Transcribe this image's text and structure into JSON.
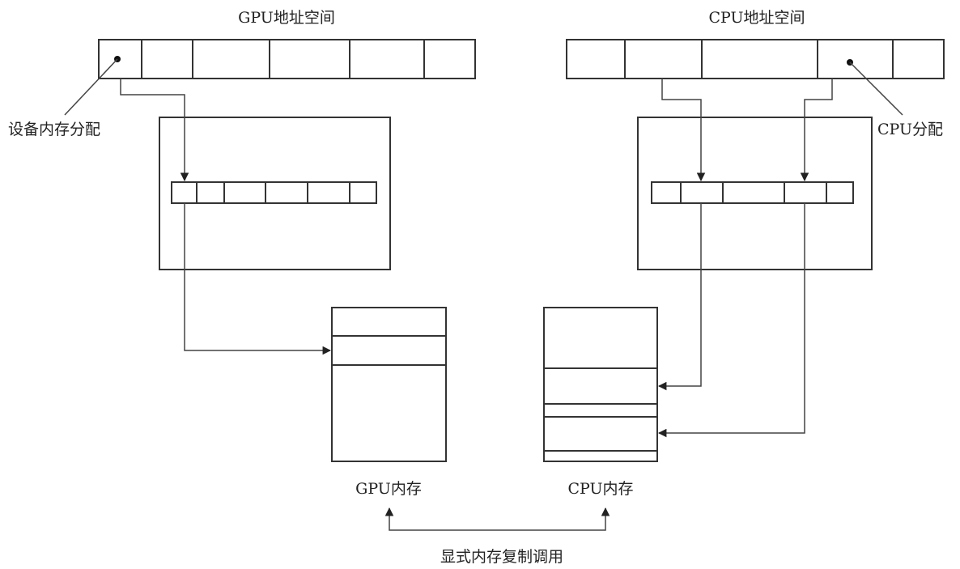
{
  "gpu_address_space": {
    "title": "GPU地址空间",
    "pointer_label": "设备内存分配"
  },
  "cpu_address_space": {
    "title": "CPU地址空间",
    "pointer_label": "CPU分配"
  },
  "gpu_memory": {
    "label": "GPU内存"
  },
  "cpu_memory": {
    "label": "CPU内存"
  },
  "copy_call": {
    "label": "显式内存复制调用"
  }
}
